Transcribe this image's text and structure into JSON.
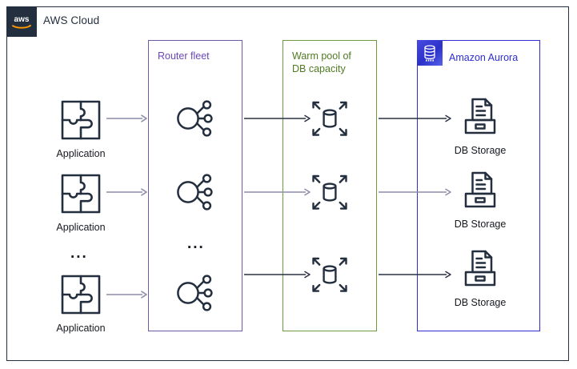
{
  "diagram": {
    "cloud": {
      "title": "AWS Cloud",
      "logo_icon": "aws-logo-icon",
      "border_color": "#232f3e"
    },
    "groups": [
      {
        "id": "router",
        "title": "Router fleet",
        "color": "#6b48b5"
      },
      {
        "id": "warmpool",
        "title": "Warm pool of\nDB capacity",
        "color": "#4f7a22"
      },
      {
        "id": "aurora",
        "title": "Amazon Aurora",
        "color": "#2d2ecf",
        "icon": "aurora-database-icon"
      }
    ],
    "columns": {
      "application": {
        "label": "Application",
        "icon": "puzzle-piece-icon",
        "ellipsis": "..."
      },
      "router": {
        "icon": "network-node-icon",
        "ellipsis": "..."
      },
      "warmpool": {
        "icon": "scalable-database-icon"
      },
      "storage": {
        "label": "DB Storage",
        "icon": "db-storage-drawer-icon"
      }
    },
    "rows": [
      {
        "application": "Application",
        "storage": "DB Storage"
      },
      {
        "application": "Application",
        "storage": "DB Storage"
      },
      {
        "application": "Application",
        "storage": "DB Storage"
      }
    ],
    "arrows": {
      "app_to_router": {
        "color": "#8c8ca8",
        "count": 3
      },
      "router_to_warm": {
        "color": "#2a3142",
        "count": 3
      },
      "warm_to_aurora": {
        "color": "#2a3142",
        "count": 3
      }
    },
    "icon_stroke": "#232f3e"
  }
}
